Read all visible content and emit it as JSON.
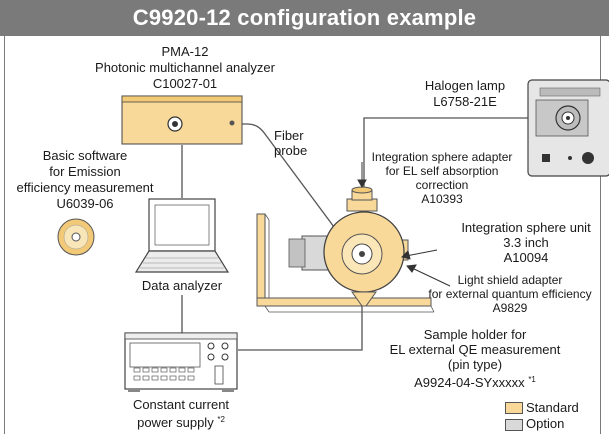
{
  "title": "C9920-12 configuration example",
  "analyzer": {
    "model": "PMA-12",
    "name": "Photonic multichannel analyzer",
    "part": "C10027-01"
  },
  "software": {
    "line1": "Basic software",
    "line2": "for Emission",
    "line3": "efficiency measurement",
    "part": "U6039-06"
  },
  "data_analyzer": "Data analyzer",
  "power_supply": {
    "line1": "Constant current",
    "line2": "power supply",
    "note": "*2"
  },
  "fiber_probe": {
    "line1": "Fiber",
    "line2": "probe"
  },
  "halogen": {
    "name": "Halogen lamp",
    "part": "L6758-21E"
  },
  "sphere_adapter": {
    "line1": "Integration sphere adapter",
    "line2": "for EL self absorption",
    "line3": "correction",
    "part": "A10393"
  },
  "sphere_unit": {
    "line1": "Integration sphere unit",
    "line2": "3.3 inch",
    "part": "A10094"
  },
  "light_shield": {
    "line1": "Light shield adapter",
    "line2": "for external quantum efficiency",
    "part": "A9829"
  },
  "sample_holder": {
    "line1": "Sample holder for",
    "line2": "EL external QE measurement",
    "line3": "(pin type)",
    "part": "A9924-04-SYxxxxx",
    "note": "*1"
  },
  "legend": {
    "standard": "Standard",
    "option": "Option",
    "standard_color": "#f8d99a",
    "option_color": "#d9d9d9"
  }
}
